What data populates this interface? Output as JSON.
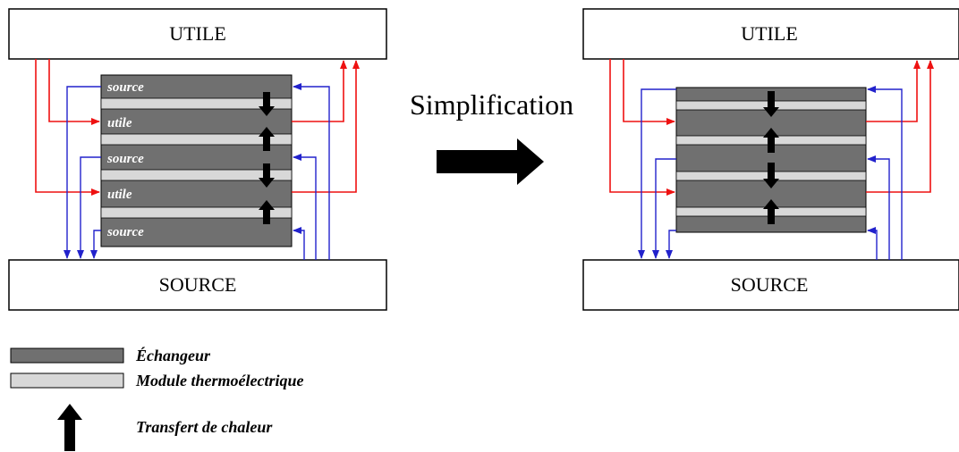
{
  "colors": {
    "hot": "#ee1111",
    "cold": "#2222cc",
    "exchanger": "#707070",
    "module": "#d8d8d8",
    "heat_arrow": "#000000"
  },
  "left": {
    "utile_label": "UTILE",
    "source_label": "SOURCE",
    "cells": [
      "source",
      "utile",
      "source",
      "utile",
      "source"
    ]
  },
  "middle": {
    "simplification_label": "Simplification"
  },
  "right": {
    "utile_label": "UTILE",
    "source_label": "SOURCE"
  },
  "legend": {
    "exchanger_label": "Échangeur",
    "module_label": "Module thermoélectrique",
    "transfer_label": "Transfert de chaleur"
  }
}
